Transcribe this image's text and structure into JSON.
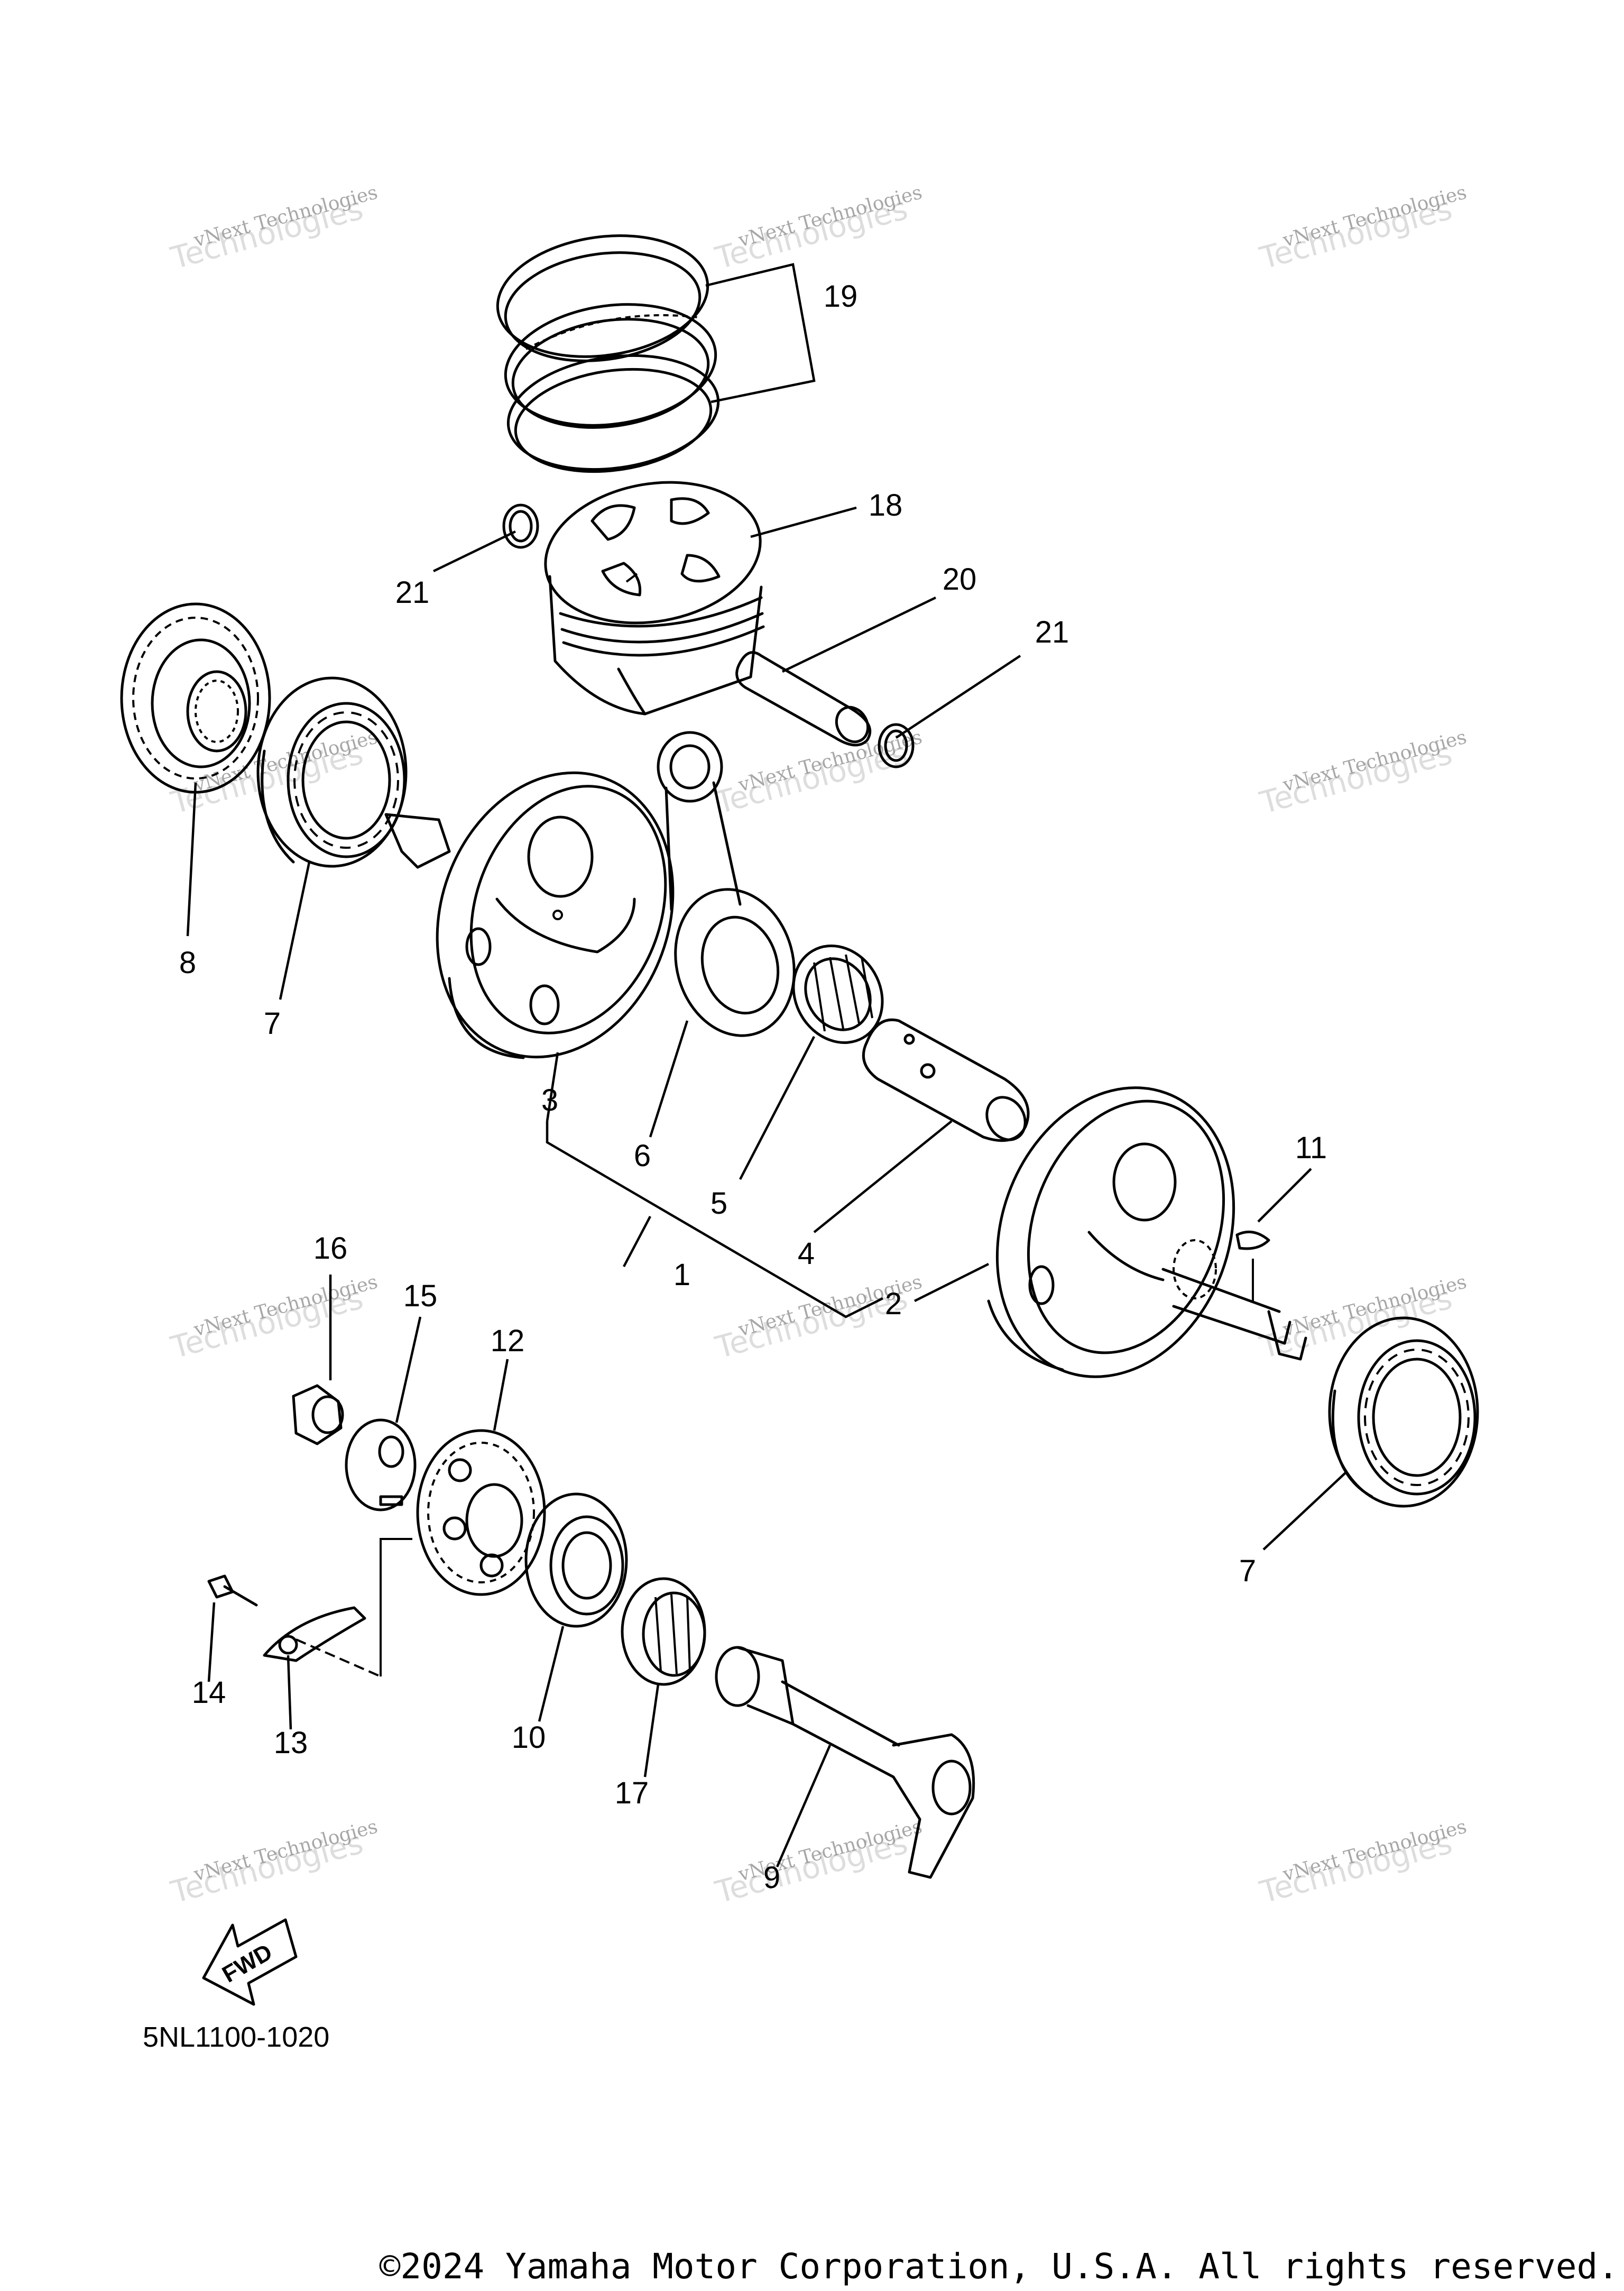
{
  "diagram_code": "5NL1100-1020",
  "copyright": "©2024 Yamaha Motor Corporation, U.S.A. All rights reserved.",
  "fwd_label": "FWD",
  "watermark": {
    "line1": "vNext Technologies",
    "line2": "Technologies",
    "top": "vNext"
  },
  "callouts": {
    "c1": "1",
    "c2": "2",
    "c3": "3",
    "c4": "4",
    "c5": "5",
    "c6": "6",
    "c7a": "7",
    "c7b": "7",
    "c8": "8",
    "c9": "9",
    "c10": "10",
    "c11": "11",
    "c12": "12",
    "c13": "13",
    "c14": "14",
    "c15": "15",
    "c16": "16",
    "c17": "17",
    "c18": "18",
    "c19": "19",
    "c20": "20",
    "c21a": "21",
    "c21b": "21"
  }
}
